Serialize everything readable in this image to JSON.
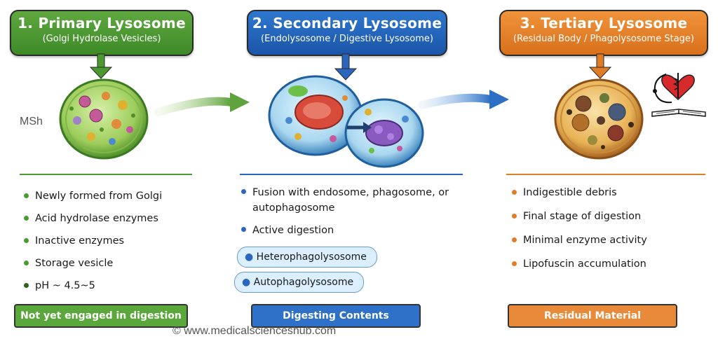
{
  "stage1": {
    "title": "1. Primary Lysosome",
    "subtitle": "(Golgi Hydrolase Vesicles)",
    "bullets": [
      "Newly formed from Golgi",
      "Acid hydrolase enzymes",
      "Inactive enzymes",
      "Storage vesicle",
      "pH ~ 4.5~5"
    ],
    "footer": "Not yet engaged in digestion",
    "color": "#4a9a30"
  },
  "stage2": {
    "title": "2. Secondary Lysosome",
    "subtitle": "(Endolysosome / Digestive Lysosome)",
    "bullets": [
      "Fusion with endosome, phagosome, or autophagosome",
      "Active digestion"
    ],
    "pills": [
      "Heterophagolysosome",
      "Autophagolysosome"
    ],
    "footer": "Digesting Contents",
    "color": "#2a66bd"
  },
  "stage3": {
    "title": "3. Tertiary Lysosome",
    "subtitle": "(Residual Body / Phagolysosome Stage)",
    "bullets": [
      "Indigestible debris",
      "Final stage of digestion",
      "Minimal enzyme activity",
      "Lipofuscin accumulation"
    ],
    "footer": "Residual Material",
    "color": "#e07b26"
  },
  "watermark_left": "MSh",
  "copyright": "© www.medicalscienceshub.com",
  "logo_icon": "heart-stethoscope-book-icon"
}
